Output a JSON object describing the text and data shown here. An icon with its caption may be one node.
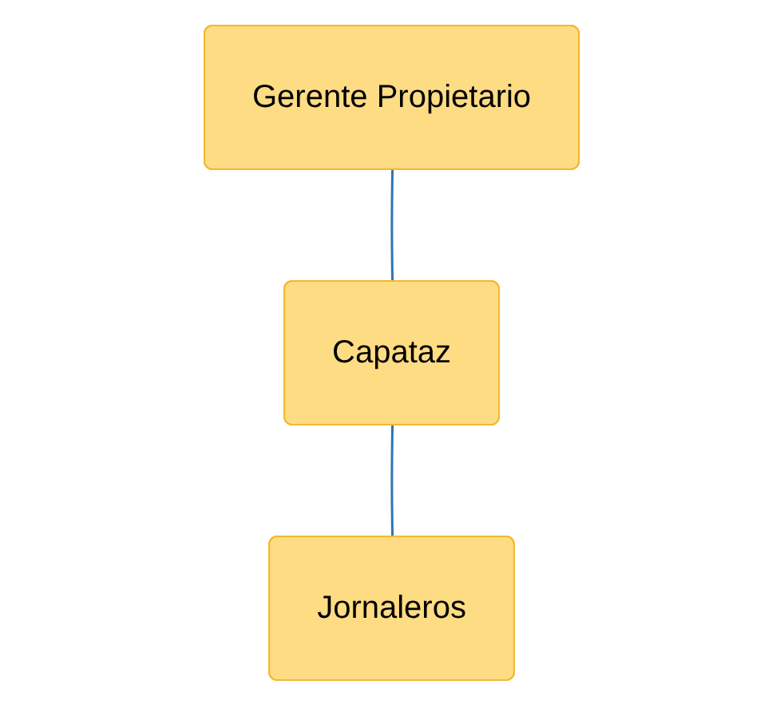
{
  "diagram": {
    "nodes": [
      {
        "text": [
          "Gerente Propietario"
        ]
      },
      {
        "text": [
          "Capataz"
        ]
      },
      {
        "text": [
          "Jornaleros"
        ]
      }
    ],
    "edges": [
      {
        "from": 0,
        "to": 1,
        "arrow": "none"
      },
      {
        "from": 1,
        "to": 2,
        "arrow": "none"
      }
    ]
  }
}
